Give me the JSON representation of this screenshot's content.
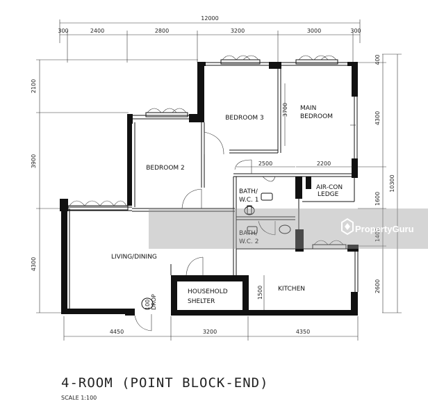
{
  "dimensions": {
    "top_total": "12000",
    "top_segments": [
      "300",
      "2400",
      "2800",
      "3200",
      "3000",
      "300"
    ],
    "left": [
      "2100",
      "3900",
      "4300"
    ],
    "right_outer": "10300",
    "right_inner": [
      "400",
      "4300",
      "1600",
      "1400",
      "2600"
    ],
    "inner_3700": "3700",
    "inner_2500": "2500",
    "inner_2200": "2200",
    "inner_1500": "1500",
    "bottom": [
      "4450",
      "3200",
      "4350"
    ]
  },
  "rooms": {
    "bedroom3": "BEDROOM 3",
    "main_bedroom_1": "MAIN",
    "main_bedroom_2": "BEDROOM",
    "bedroom2": "BEDROOM 2",
    "bath1_1": "BATH/",
    "bath1_2": "W.C. 1",
    "bath2_1": "BATH/",
    "bath2_2": "W.C. 2",
    "aircon_1": "AIR-CON",
    "aircon_2": "LEDGE",
    "living": "LIVING/DINING",
    "shelter_1": "HOUSEHOLD",
    "shelter_2": "SHELTER",
    "kitchen": "KITCHEN",
    "refuse_1": "100",
    "refuse_2": "DROP"
  },
  "title": "4-ROOM (POINT BLOCK-END)",
  "scale": "SCALE   1:100",
  "watermark": "PropertyGuru"
}
